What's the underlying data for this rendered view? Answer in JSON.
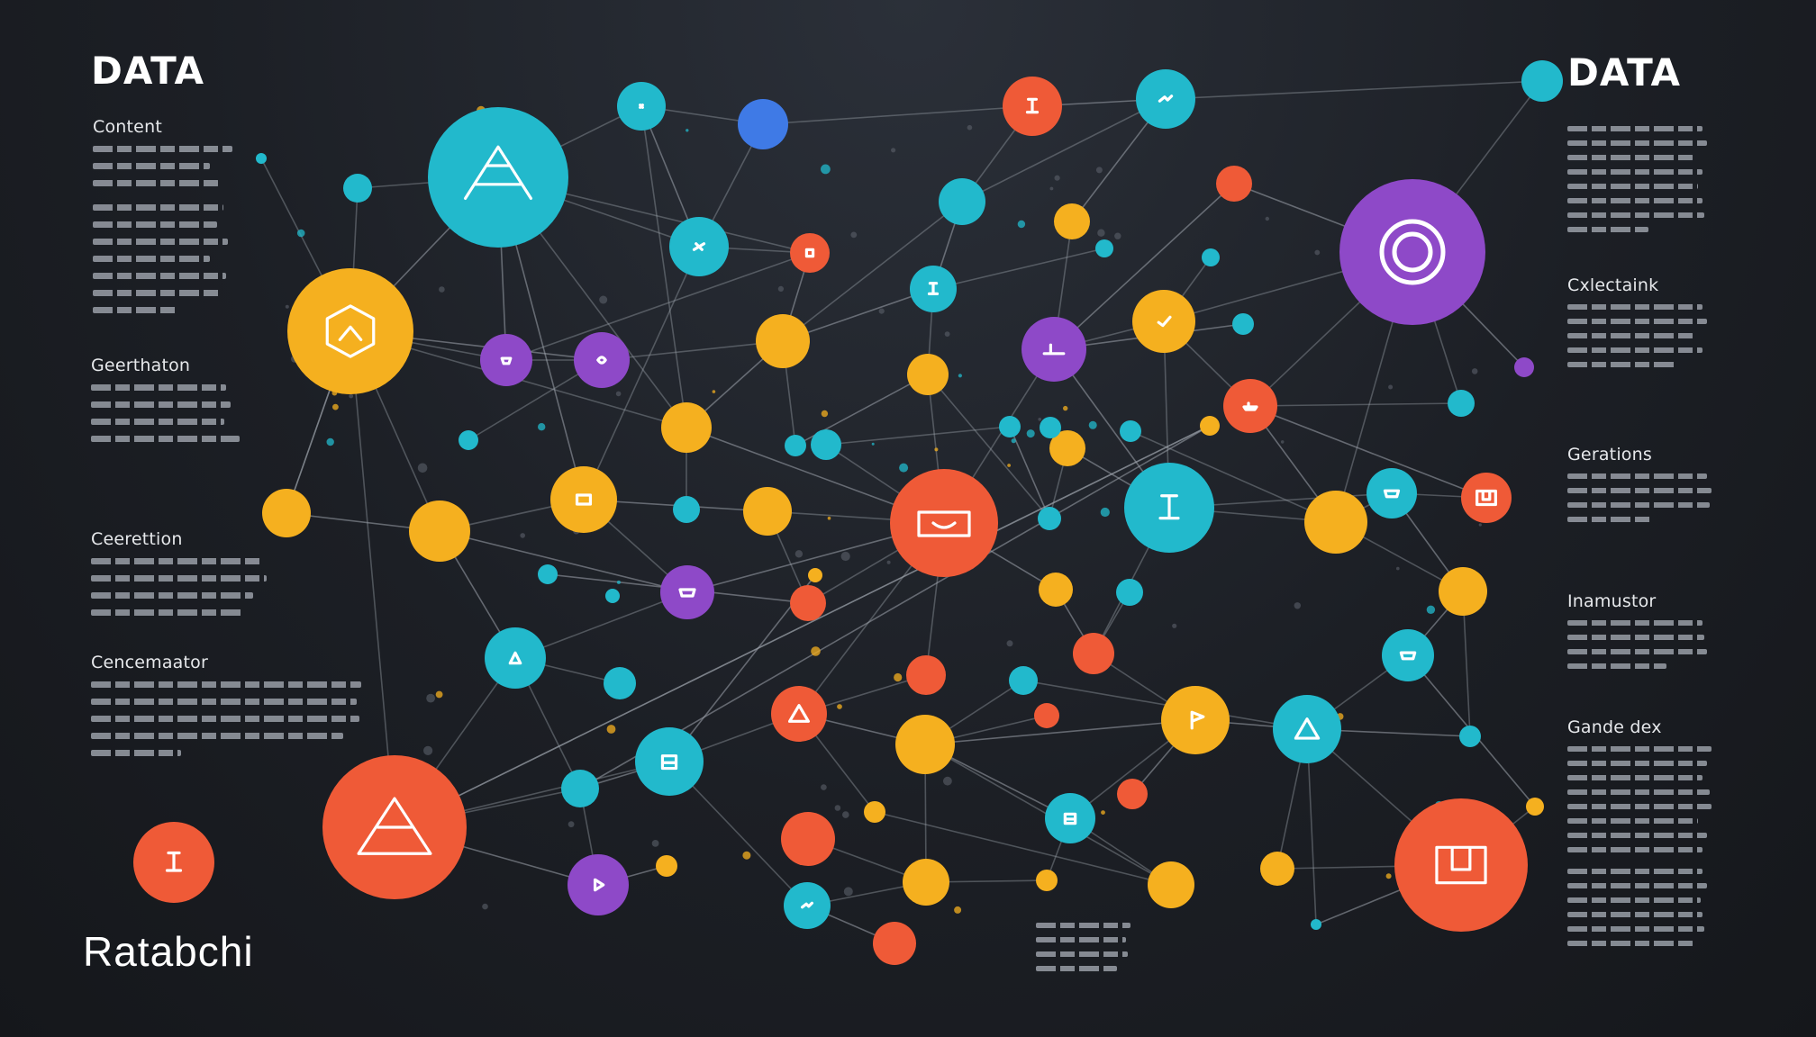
{
  "titles": {
    "top_left": "DATA",
    "top_right": "DATA",
    "bottom_left": "Ratabchi"
  },
  "left_sections": [
    {
      "heading": "Content"
    },
    {
      "heading": "Geerthaton"
    },
    {
      "heading": "Ceerettion"
    },
    {
      "heading": "Cencemaator"
    }
  ],
  "right_sections": [
    {
      "heading": "Cxlectaink"
    },
    {
      "heading": "Gerations"
    },
    {
      "heading": "Inamustor"
    },
    {
      "heading": "Gande dex"
    }
  ],
  "colors": {
    "background": "#1c1f25",
    "teal": "#22b9cc",
    "orange": "#ef5a37",
    "yellow": "#f5b01f",
    "purple": "#8e49c8",
    "blue": "#3f7ae6",
    "edge": "#9ea4ad"
  }
}
